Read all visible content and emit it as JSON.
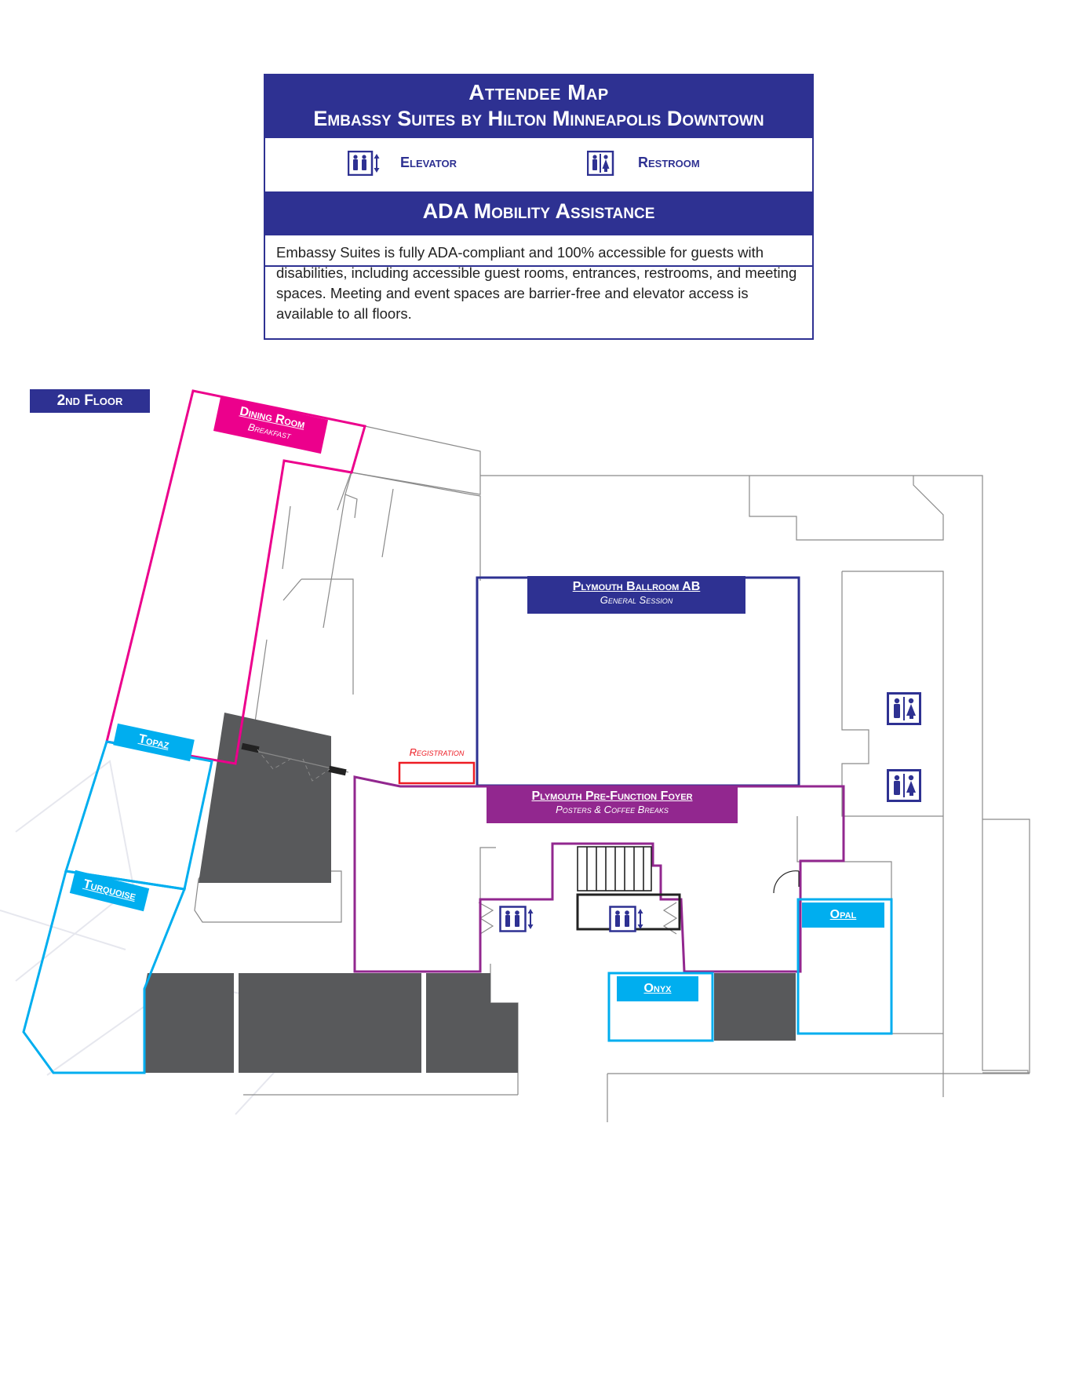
{
  "header": {
    "title_line1": "Attendee Map",
    "title_line2": "Embassy Suites by Hilton Minneapolis Downtown",
    "legend": [
      {
        "icon": "elevator-icon",
        "label": "Elevator"
      },
      {
        "icon": "restroom-icon",
        "label": "Restroom"
      }
    ],
    "ada_title": "ADA Mobility Assistance",
    "ada_text": "Embassy Suites is fully ADA-compliant and 100% accessible for guests with disabilities, including accessible guest rooms, entrances, restrooms, and meeting spaces. Meeting and event spaces are barrier-free and elevator access is available to all floors."
  },
  "map": {
    "floor_label": "2nd Floor",
    "rooms": {
      "dining_room": {
        "name": "Dining Room",
        "subtitle": "Breakfast"
      },
      "topaz": {
        "name": "Topaz"
      },
      "turquoise": {
        "name": "Turquoise"
      },
      "ballroom": {
        "name": "Plymouth Ballroom AB",
        "subtitle": "General Session"
      },
      "registration": {
        "name": "Registration"
      },
      "foyer": {
        "name": "Plymouth Pre-Function Foyer",
        "subtitle": "Posters & Coffee Breaks"
      },
      "opal": {
        "name": "Opal"
      },
      "onyx": {
        "name": "Onyx"
      }
    }
  },
  "colors": {
    "navy": "#2e3192",
    "magenta": "#ec008c",
    "cyan": "#00aeef",
    "purple": "#92278f",
    "red": "#ed1c24",
    "dark_gray": "#58595b"
  }
}
